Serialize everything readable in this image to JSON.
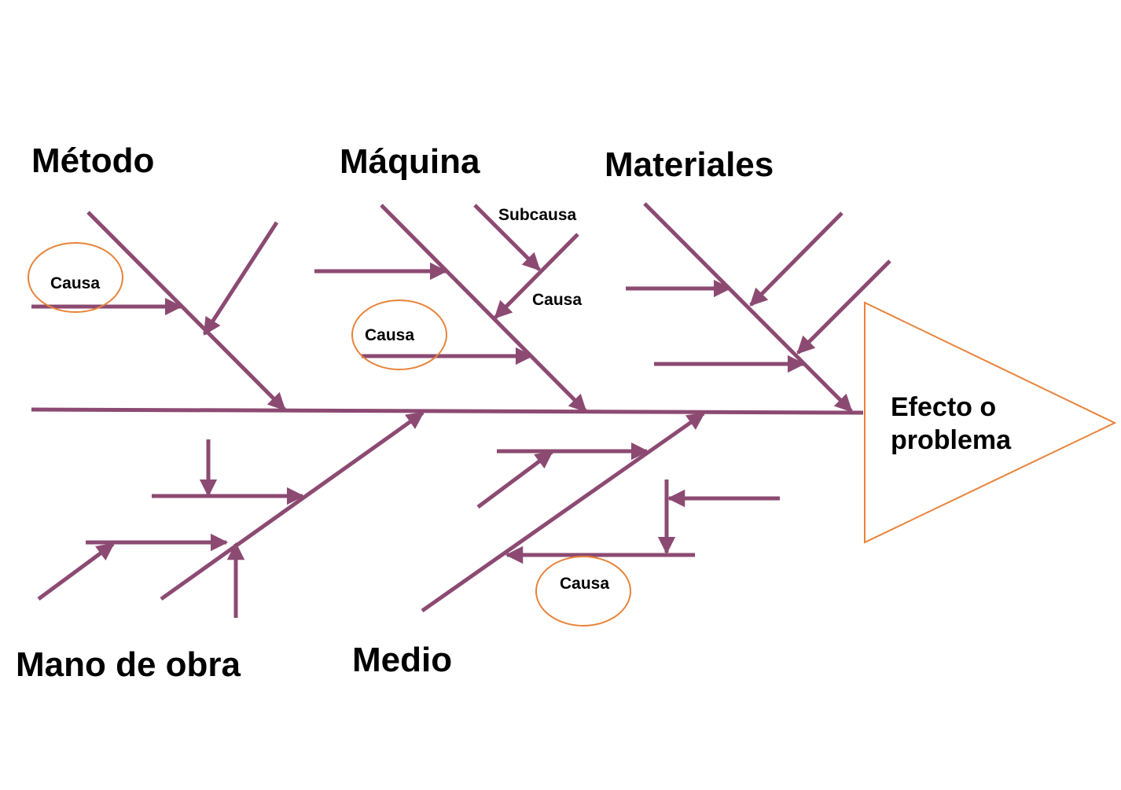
{
  "categories": {
    "metodo": "Método",
    "maquina": "Máquina",
    "materiales": "Materiales",
    "mano_de_obra": "Mano de obra",
    "medio": "Medio"
  },
  "labels": {
    "causa": "Causa",
    "subcausa": "Subcausa"
  },
  "effect": {
    "line1": "Efecto o",
    "line2": "problema"
  },
  "colors": {
    "bone": "#8c4a72",
    "highlight": "#e8833a"
  }
}
